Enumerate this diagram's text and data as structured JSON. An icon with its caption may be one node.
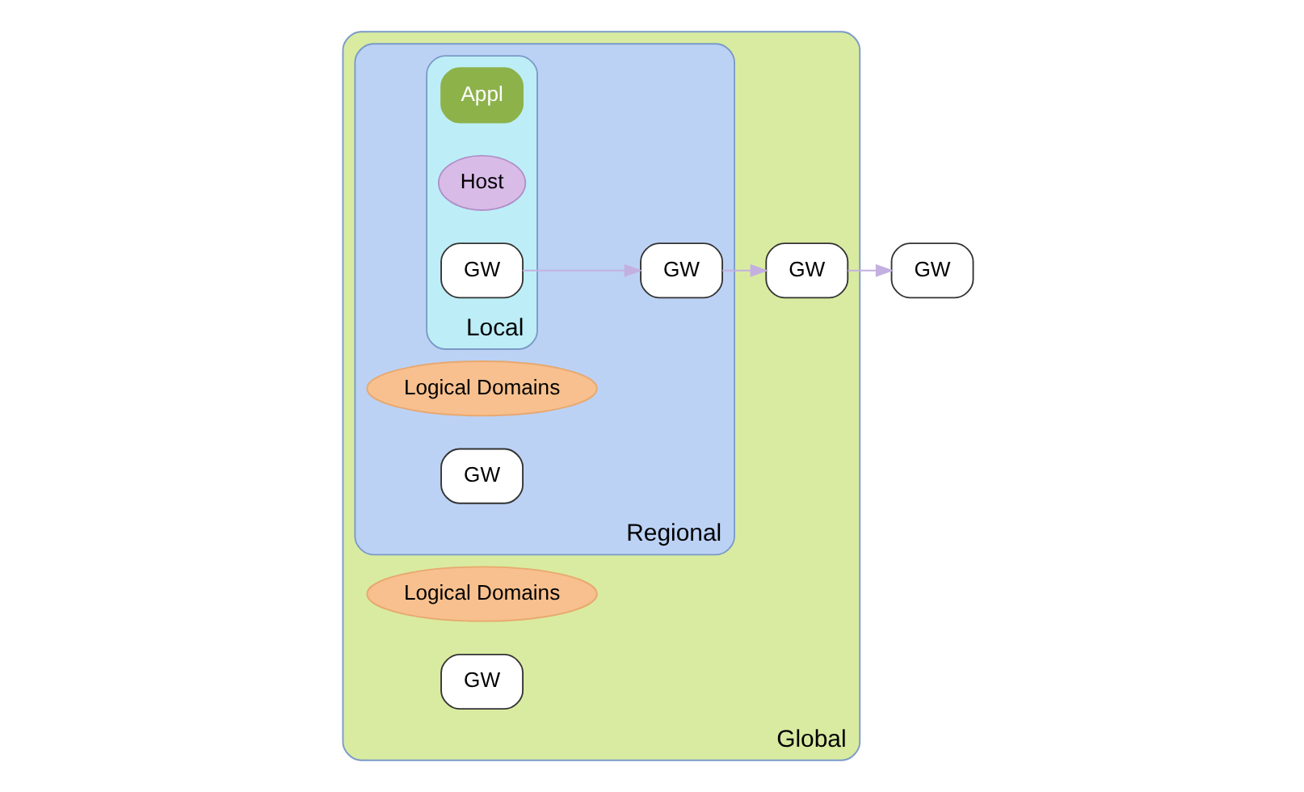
{
  "diagram": {
    "nodes": [
      {
        "text": [
          "Global"
        ]
      },
      {
        "text": [
          "Regional"
        ],
        "in": 0
      },
      {
        "text": [
          "Local"
        ],
        "in": 1
      },
      {
        "text": [
          "Logical Domains"
        ],
        "in": 0
      },
      {
        "text": [
          "GW"
        ],
        "in": 0
      },
      {
        "text": [
          "Logical Domains"
        ],
        "in": 1
      },
      {
        "text": [
          "GW"
        ],
        "in": 1
      },
      {
        "text": [
          "Appl"
        ],
        "in": 2
      },
      {
        "text": [
          "Host"
        ],
        "in": 2
      },
      {
        "text": [
          "GW"
        ],
        "in": 2
      },
      {
        "text": [
          "GW"
        ],
        "in": 1
      },
      {
        "text": [
          "GW"
        ],
        "in": 0
      },
      {
        "text": [
          "GW"
        ]
      }
    ],
    "edges": [
      {
        "from": 9,
        "to": 10,
        "arrow": "to"
      },
      {
        "from": 10,
        "to": 11,
        "arrow": "to"
      },
      {
        "from": 11,
        "to": 12,
        "arrow": "to"
      }
    ]
  }
}
